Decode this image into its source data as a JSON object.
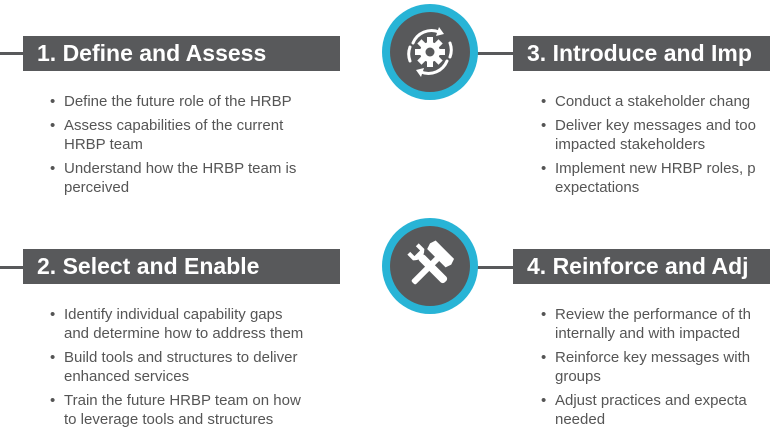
{
  "steps": [
    {
      "title": "1. Define and Assess",
      "bullets": [
        "Define the future role of the HRBP",
        "Assess capabilities of the current\nHRBP team",
        "Understand how the HRBP team is\nperceived"
      ]
    },
    {
      "title": "2. Select and Enable",
      "bullets": [
        "Identify individual capability gaps\nand determine how to address them",
        "Build tools and structures to deliver\nenhanced services",
        "Train the future HRBP team on how\nto leverage tools and structures"
      ]
    },
    {
      "title": "3. Introduce and Imp",
      "bullets": [
        "Conduct a stakeholder chang",
        "Deliver key messages and too\nimpacted stakeholders",
        "Implement new HRBP roles, p\nexpectations"
      ]
    },
    {
      "title": "4. Reinforce and Adj",
      "bullets": [
        "Review the performance of th\ninternally and with impacted",
        "Reinforce key messages with\ngroups",
        "Adjust practices and expecta\nneeded"
      ]
    }
  ],
  "icons": [
    "gear-cycle-icon",
    "tools-icon"
  ],
  "colors": {
    "header_bg": "#58595b",
    "accent_ring": "#28b4d6",
    "text": "#555555"
  }
}
